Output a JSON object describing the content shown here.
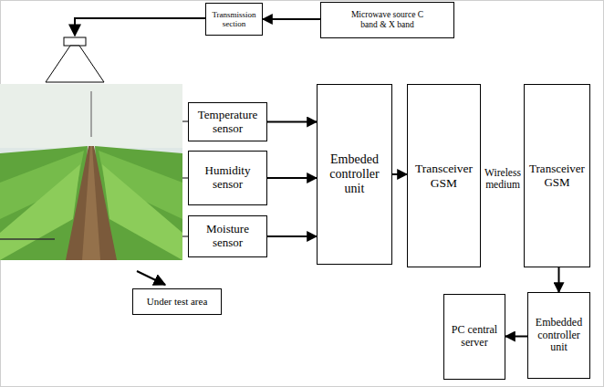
{
  "diagram": {
    "nodes": [
      {
        "text": [
          "Transmission section"
        ]
      },
      {
        "text": [
          "Microwave source C band & X band"
        ]
      },
      {
        "text": [
          "Temperature sensor"
        ]
      },
      {
        "text": [
          "Humidity sensor"
        ]
      },
      {
        "text": [
          "Moisture sensor"
        ]
      },
      {
        "text": [
          "Embeded controller unit"
        ]
      },
      {
        "text": [
          "Transceiver GSM"
        ]
      },
      {
        "text": [
          "Transceiver GSM"
        ]
      },
      {
        "text": [
          "Under test area"
        ]
      },
      {
        "text": [
          "PC central server"
        ]
      },
      {
        "text": [
          "Embedded controller unit"
        ]
      }
    ],
    "edges": [
      {
        "from": 1,
        "to": 0,
        "arrow": "to"
      },
      {
        "from": 2,
        "to": 5,
        "arrow": "to"
      },
      {
        "from": 3,
        "to": 5,
        "arrow": "to"
      },
      {
        "from": 4,
        "to": 5,
        "arrow": "to"
      },
      {
        "from": 5,
        "to": 6,
        "arrow": "to"
      },
      {
        "from": 7,
        "to": 10,
        "arrow": "to"
      },
      {
        "from": 10,
        "to": 9,
        "arrow": "to"
      }
    ],
    "labels": [
      "Wireless medium"
    ]
  }
}
